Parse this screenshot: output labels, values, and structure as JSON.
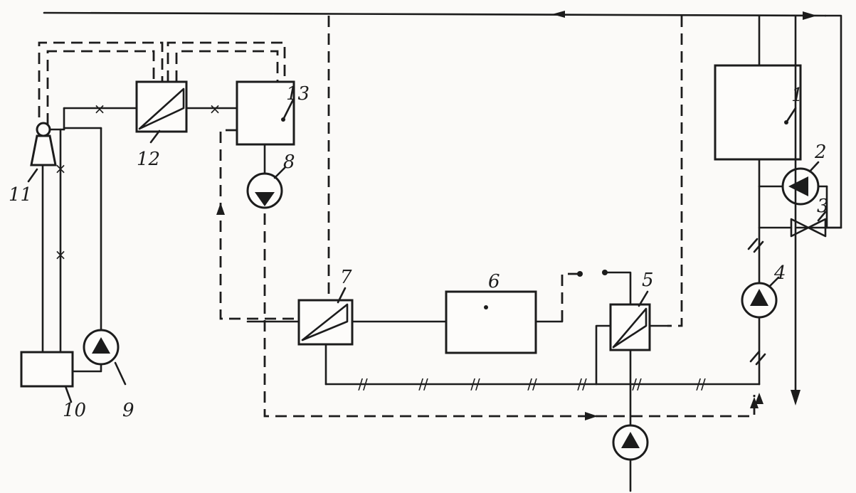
{
  "labels": {
    "n1": "1",
    "n2": "2",
    "n3": "3",
    "n4": "4",
    "n5": "5",
    "n6": "6",
    "n7": "7",
    "n8": "8",
    "n9": "9",
    "n10": "10",
    "n11": "11",
    "n12": "12",
    "n13": "13"
  },
  "pipe_marks": {
    "cross": "×",
    "hatch": "//"
  },
  "colors": {
    "ink": "#1c1c1c",
    "paper": "#fbfaf8"
  }
}
